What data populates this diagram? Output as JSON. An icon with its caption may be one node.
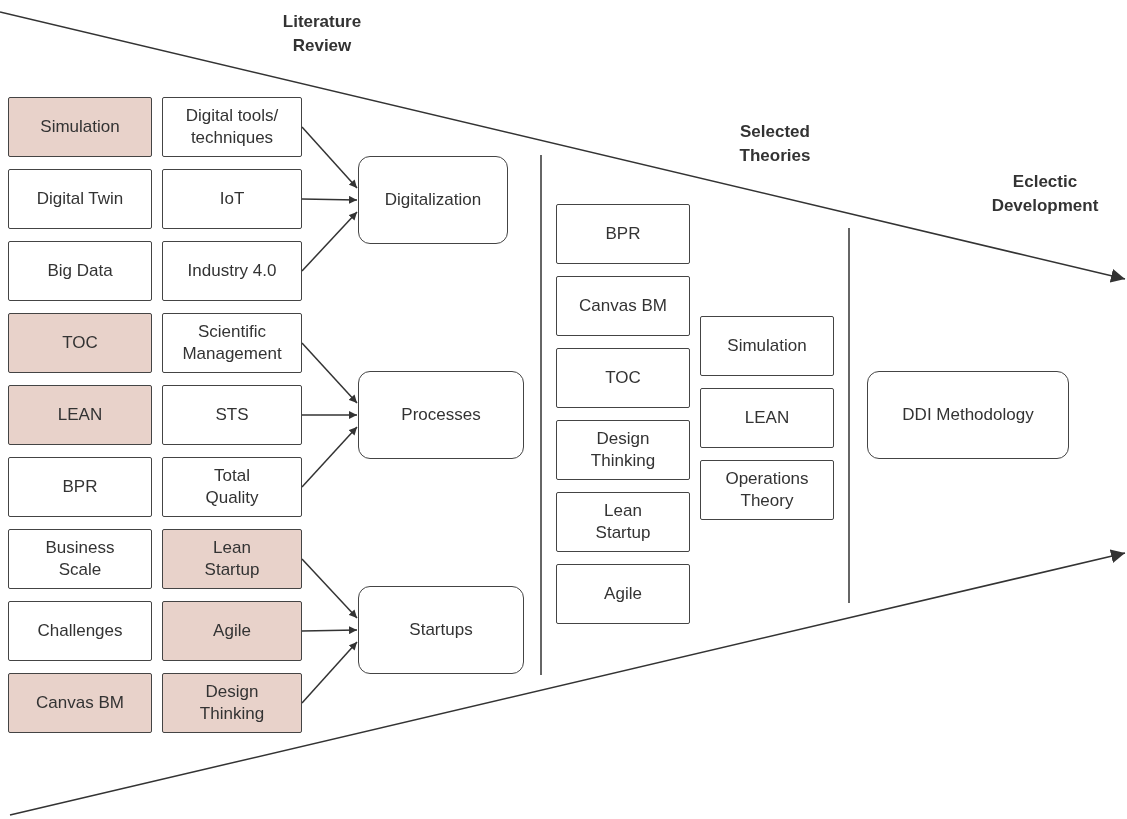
{
  "diagram": {
    "nodes": [
      {
        "text": [
          "Simulation"
        ]
      },
      {
        "text": [
          "Digital tools/ techniques"
        ]
      },
      {
        "text": [
          "Digital Twin"
        ]
      },
      {
        "text": [
          "IoT"
        ]
      },
      {
        "text": [
          "Big Data"
        ]
      },
      {
        "text": [
          "Industry 4.0"
        ]
      },
      {
        "text": [
          "TOC"
        ]
      },
      {
        "text": [
          "Scientific Management"
        ]
      },
      {
        "text": [
          "LEAN"
        ]
      },
      {
        "text": [
          "STS"
        ]
      },
      {
        "text": [
          "BPR"
        ]
      },
      {
        "text": [
          "Total Quality"
        ]
      },
      {
        "text": [
          "Business Scale"
        ]
      },
      {
        "text": [
          "Lean Startup"
        ]
      },
      {
        "text": [
          "Challenges"
        ]
      },
      {
        "text": [
          "Agile"
        ]
      },
      {
        "text": [
          "Canvas BM"
        ]
      },
      {
        "text": [
          "Design Thinking"
        ]
      },
      {
        "text": [
          "Digitalization"
        ]
      },
      {
        "text": [
          "Processes"
        ]
      },
      {
        "text": [
          "Startups"
        ]
      },
      {
        "text": [
          "BPR"
        ]
      },
      {
        "text": [
          "Canvas BM"
        ]
      },
      {
        "text": [
          "TOC"
        ]
      },
      {
        "text": [
          "Design Thinking"
        ]
      },
      {
        "text": [
          "Lean Startup"
        ]
      },
      {
        "text": [
          "Agile"
        ]
      },
      {
        "text": [
          "Simulation"
        ]
      },
      {
        "text": [
          "LEAN"
        ]
      },
      {
        "text": [
          "Operations Theory"
        ]
      },
      {
        "text": [
          "DDI Methodology"
        ]
      }
    ],
    "edges": [
      {
        "from": 1,
        "to": 18,
        "arrow": "to"
      },
      {
        "from": 3,
        "to": 18,
        "arrow": "to"
      },
      {
        "from": 5,
        "to": 18,
        "arrow": "to"
      },
      {
        "from": 7,
        "to": 19,
        "arrow": "to"
      },
      {
        "from": 9,
        "to": 19,
        "arrow": "to"
      },
      {
        "from": 11,
        "to": 19,
        "arrow": "to"
      },
      {
        "from": 13,
        "to": 20,
        "arrow": "to"
      },
      {
        "from": 15,
        "to": 20,
        "arrow": "to"
      },
      {
        "from": 17,
        "to": 20,
        "arrow": "to"
      }
    ],
    "labels": [
      "Literature Review",
      "Selected Theories",
      "Eclectic Development"
    ]
  }
}
